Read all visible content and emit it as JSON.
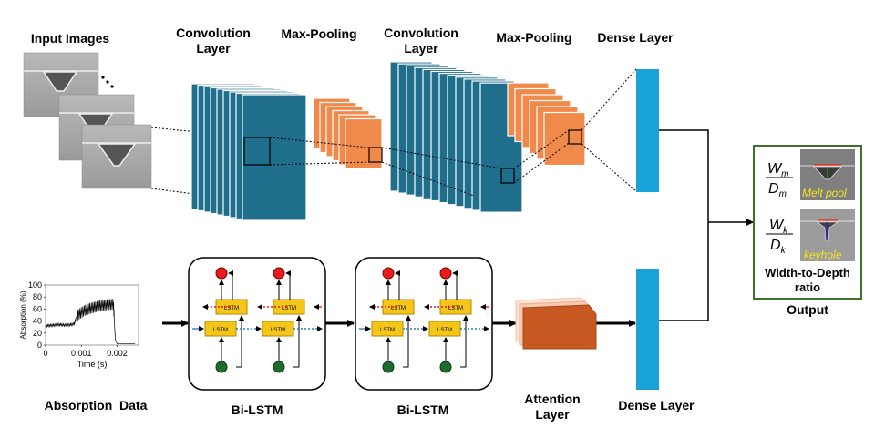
{
  "top_labels": {
    "input_images": "Input Images",
    "conv1": "Convolution Layer",
    "pool1": "Max-Pooling",
    "conv2": "Convolution Layer",
    "pool2": "Max-Pooling",
    "dense_top": "Dense Layer"
  },
  "bottom_labels": {
    "absorption": "Absorption  Data",
    "bilstm1": "Bi-LSTM",
    "bilstm2": "Bi-LSTM",
    "attention": "Attention Layer",
    "dense_bottom": "Dense Layer"
  },
  "lstm_cell_label": "LSTM",
  "chart_data": {
    "type": "line",
    "ylabel": "Absorption (%)",
    "xlabel": "Time (s)",
    "xlim": [
      0,
      0.0026
    ],
    "ylim": [
      0,
      100
    ],
    "yticks": [
      "0",
      "20",
      "40",
      "60",
      "80",
      "100"
    ],
    "xticks": [
      "0",
      "0.001",
      "0.002"
    ],
    "series": [
      {
        "x": [
          0,
          0.0002,
          0.0004,
          0.0006,
          0.0008,
          0.00085,
          0.0009,
          0.0011,
          0.0013,
          0.0015,
          0.0017,
          0.0019,
          0.00195,
          0.002,
          0.0022,
          0.0025
        ],
        "values": [
          32,
          33,
          34,
          33,
          35,
          45,
          50,
          58,
          62,
          65,
          67,
          68,
          10,
          2,
          2,
          2
        ]
      }
    ]
  },
  "output": {
    "title": "Output",
    "ratio_label": "Width-to-Depth ratio",
    "melt_pool_formula_num": "W",
    "melt_pool_formula_num_sub": "m",
    "melt_pool_formula_den": "D",
    "melt_pool_formula_den_sub": "m",
    "keyhole_formula_num": "W",
    "keyhole_formula_num_sub": "k",
    "keyhole_formula_den": "D",
    "keyhole_formula_den_sub": "k",
    "melt_pool_caption": "Melt pool",
    "keyhole_caption": "keyhole"
  },
  "colors": {
    "conv": "#1f6e8c",
    "pool": "#f08a4b",
    "dense": "#1aa3d9",
    "lstm_cell": "#f5c518",
    "lstm_out": "#e81c1c",
    "lstm_in": "#1e6b2e",
    "attention": "#c65a22",
    "output_border": "#3f6f2a"
  }
}
